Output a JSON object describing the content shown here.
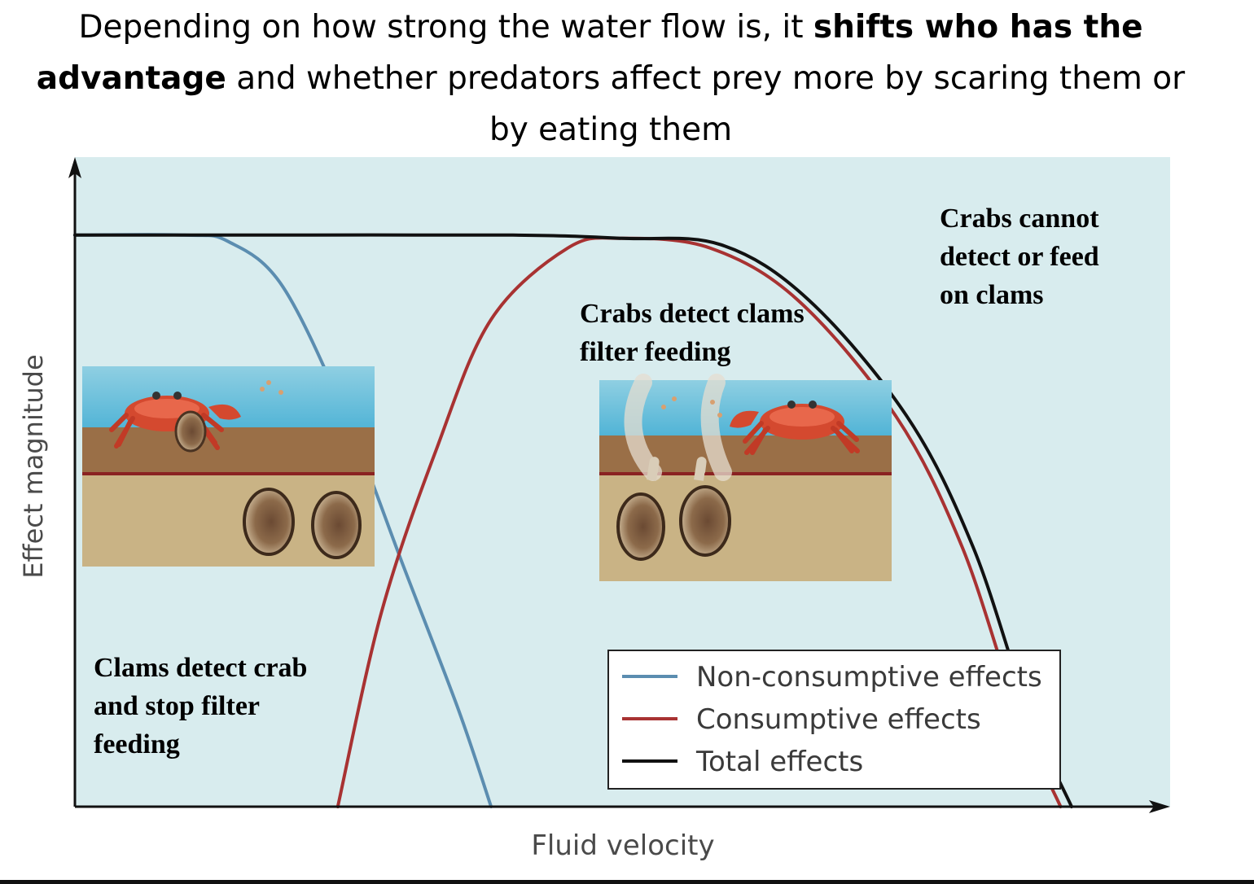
{
  "slide": {
    "title_parts": [
      {
        "text": "Depending on how strong the water flow is, it ",
        "bold": false
      },
      {
        "text": "shifts who has the advantage",
        "bold": true
      },
      {
        "text": " and whether predators affect prey more by scaring them or by eating them",
        "bold": false
      }
    ]
  },
  "annotations": {
    "low_flow": [
      "Clams detect crab",
      "and stop filter",
      "feeding"
    ],
    "mid_flow": [
      "Crabs detect clams",
      "filter feeding"
    ],
    "high_flow": [
      "Crabs cannot",
      "detect or feed",
      "on clams"
    ]
  },
  "chart_data": {
    "type": "line",
    "xlabel": "Fluid velocity",
    "ylabel": "Effect magnitude",
    "xlim": [
      0,
      1
    ],
    "ylim": [
      0,
      1
    ],
    "ticks": "none",
    "grid": false,
    "legend_position": "bottom-right",
    "background_color": "#d8ecee",
    "series": [
      {
        "name": "Non-consumptive effects",
        "color": "#5b8db0",
        "points": [
          [
            0.0,
            0.88
          ],
          [
            0.1,
            0.88
          ],
          [
            0.14,
            0.87
          ],
          [
            0.19,
            0.8
          ],
          [
            0.25,
            0.59
          ],
          [
            0.3,
            0.37
          ],
          [
            0.35,
            0.15
          ],
          [
            0.38,
            0.0
          ]
        ]
      },
      {
        "name": "Consumptive effects",
        "color": "#a83232",
        "points": [
          [
            0.24,
            0.0
          ],
          [
            0.28,
            0.3
          ],
          [
            0.33,
            0.55
          ],
          [
            0.38,
            0.75
          ],
          [
            0.45,
            0.86
          ],
          [
            0.5,
            0.875
          ],
          [
            0.58,
            0.86
          ],
          [
            0.66,
            0.78
          ],
          [
            0.75,
            0.6
          ],
          [
            0.81,
            0.4
          ],
          [
            0.86,
            0.15
          ],
          [
            0.9,
            0.0
          ]
        ]
      },
      {
        "name": "Total effects",
        "color": "#111111",
        "points": [
          [
            0.0,
            0.88
          ],
          [
            0.2,
            0.88
          ],
          [
            0.4,
            0.88
          ],
          [
            0.5,
            0.875
          ],
          [
            0.59,
            0.865
          ],
          [
            0.67,
            0.78
          ],
          [
            0.76,
            0.6
          ],
          [
            0.82,
            0.4
          ],
          [
            0.87,
            0.15
          ],
          [
            0.91,
            0.0
          ]
        ]
      }
    ]
  }
}
